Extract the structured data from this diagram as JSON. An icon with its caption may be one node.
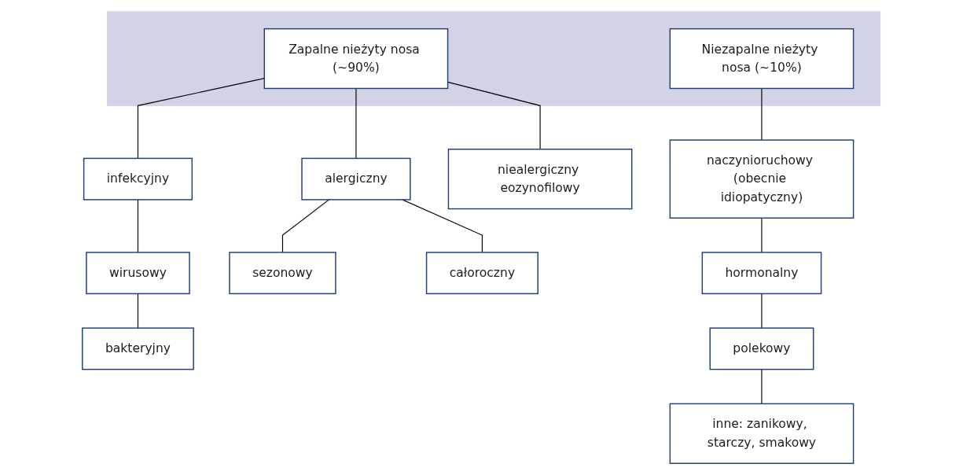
{
  "diagram": {
    "nodes": [
      {
        "text": [],
        "shape": "band"
      },
      {
        "text": [
          "Zapalne nieżyty nosa (~90%)"
        ],
        "in": 0
      },
      {
        "text": [
          "Niezapalne nieżyty nosa (~10%)"
        ],
        "in": 0
      },
      {
        "text": [
          "infekcyjny"
        ]
      },
      {
        "text": [
          "alergiczny"
        ]
      },
      {
        "text": [
          "niealergiczny eozynofilowy"
        ]
      },
      {
        "text": [
          "naczynioruchowy (obecnie idiopatyczny)"
        ]
      },
      {
        "text": [
          "wirusowy"
        ]
      },
      {
        "text": [
          "sezonowy"
        ]
      },
      {
        "text": [
          "całoroczny"
        ]
      },
      {
        "text": [
          "hormonalny"
        ]
      },
      {
        "text": [
          "bakteryjny"
        ]
      },
      {
        "text": [
          "polekowy"
        ]
      },
      {
        "text": [
          "inne: zanikowy, starczy, smakowy"
        ]
      }
    ],
    "edges": [
      {
        "from": 1,
        "to": 3,
        "arrow": "none"
      },
      {
        "from": 1,
        "to": 4,
        "arrow": "none"
      },
      {
        "from": 1,
        "to": 5,
        "arrow": "none"
      },
      {
        "from": 2,
        "to": 6,
        "arrow": "none"
      },
      {
        "from": 3,
        "to": 7,
        "arrow": "none"
      },
      {
        "from": 4,
        "to": 8,
        "arrow": "none"
      },
      {
        "from": 4,
        "to": 9,
        "arrow": "none"
      },
      {
        "from": 6,
        "to": 10,
        "arrow": "none"
      },
      {
        "from": 7,
        "to": 11,
        "arrow": "none"
      },
      {
        "from": 10,
        "to": 12,
        "arrow": "none"
      },
      {
        "from": 12,
        "to": 13,
        "arrow": "none"
      }
    ]
  }
}
